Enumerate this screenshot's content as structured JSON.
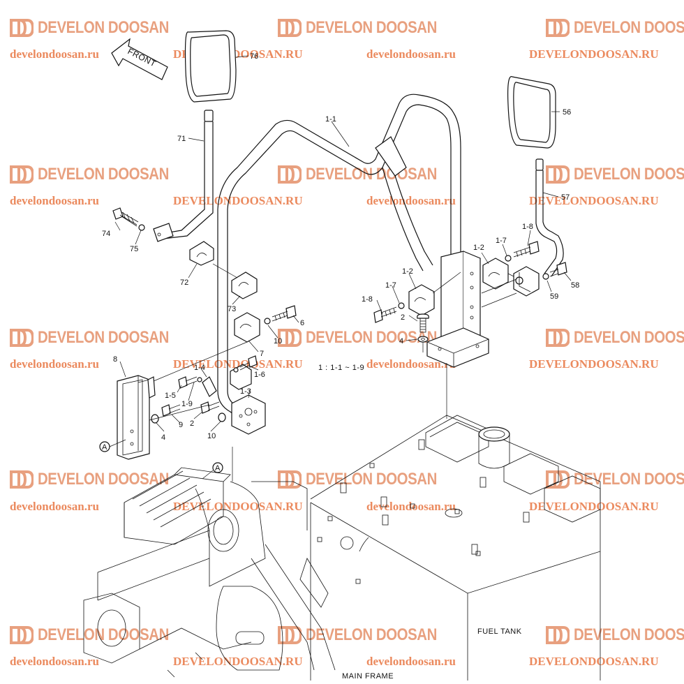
{
  "watermark": {
    "brand": "DEVELON DOOSAN",
    "url_lower": "develondoosan.ru",
    "url_upper": "DEVELONDOOSAN.RU",
    "color": "#e8a07f"
  },
  "front_label": "FRONT",
  "range_note": "1 : 1-1 ~ 1-9",
  "fuel_tank_label": "FUEL TANK",
  "main_frame_label": "MAIN FRAME",
  "detail_marker": "A",
  "callouts": {
    "c76": "76",
    "c71": "71",
    "c74": "74",
    "c75": "75",
    "c72": "72",
    "c73": "73",
    "c6": "6",
    "c10a": "10",
    "c7": "7",
    "c8": "8",
    "c4a": "4",
    "c9": "9",
    "c2a": "2",
    "c10b": "10",
    "c1_5": "1-5",
    "c1_9": "1-9",
    "c1_4": "1-4",
    "c1_6": "1-6",
    "c1_3": "1-3",
    "c1_1": "1-1",
    "c1_8a": "1-8",
    "c1_7a": "1-7",
    "c1_2a": "1-2",
    "c2b": "2",
    "c4b": "4",
    "c56": "56",
    "c57": "57",
    "c1_8b": "1-8",
    "c1_7b": "1-7",
    "c1_2b": "1-2",
    "c58": "58",
    "c59": "59"
  }
}
